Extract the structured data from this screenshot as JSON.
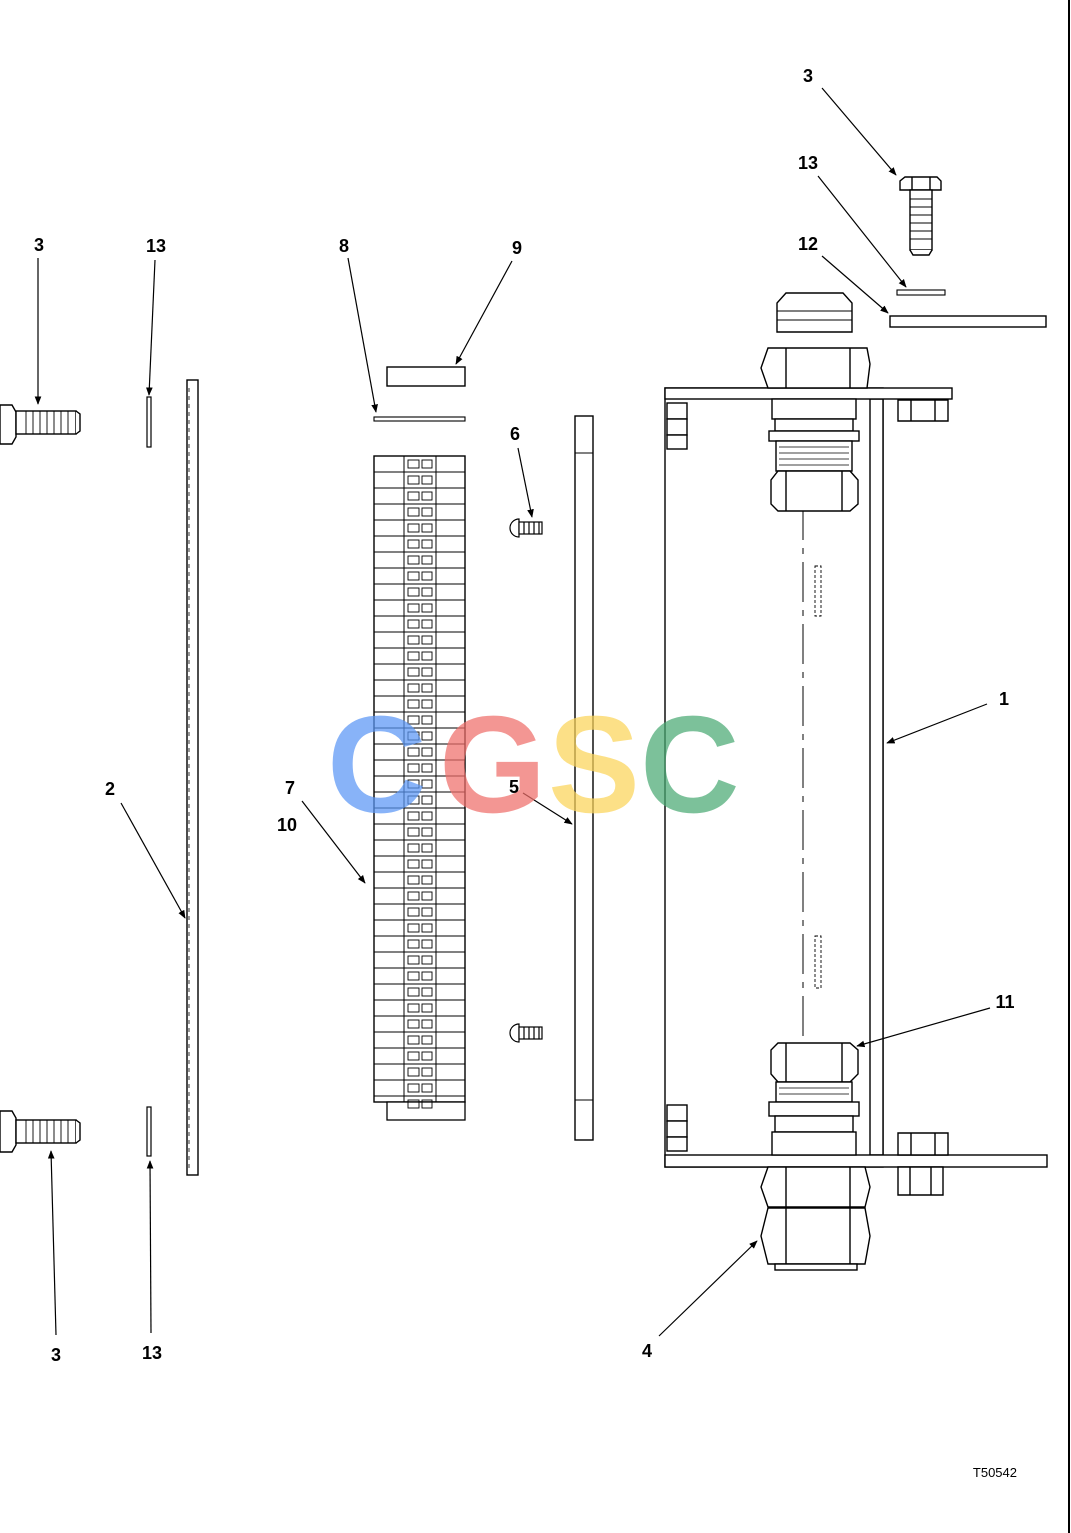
{
  "figure": {
    "id": "T50542",
    "watermark": "CGSC",
    "watermark_colors": [
      "#5b97f6",
      "#ef6f6a",
      "#fbd55a",
      "#4aaa74"
    ]
  },
  "callouts": [
    {
      "key": "c3a",
      "label": "3"
    },
    {
      "key": "c13a",
      "label": "13"
    },
    {
      "key": "c12",
      "label": "12"
    },
    {
      "key": "c3b",
      "label": "3"
    },
    {
      "key": "c13b",
      "label": "13"
    },
    {
      "key": "c8",
      "label": "8"
    },
    {
      "key": "c9",
      "label": "9"
    },
    {
      "key": "c6",
      "label": "6"
    },
    {
      "key": "c1",
      "label": "1"
    },
    {
      "key": "c2",
      "label": "2"
    },
    {
      "key": "c7",
      "label": "7"
    },
    {
      "key": "c10",
      "label": "10"
    },
    {
      "key": "c5",
      "label": "5"
    },
    {
      "key": "c11",
      "label": "11"
    },
    {
      "key": "c3c",
      "label": "3"
    },
    {
      "key": "c13c",
      "label": "13"
    },
    {
      "key": "c4",
      "label": "4"
    }
  ]
}
